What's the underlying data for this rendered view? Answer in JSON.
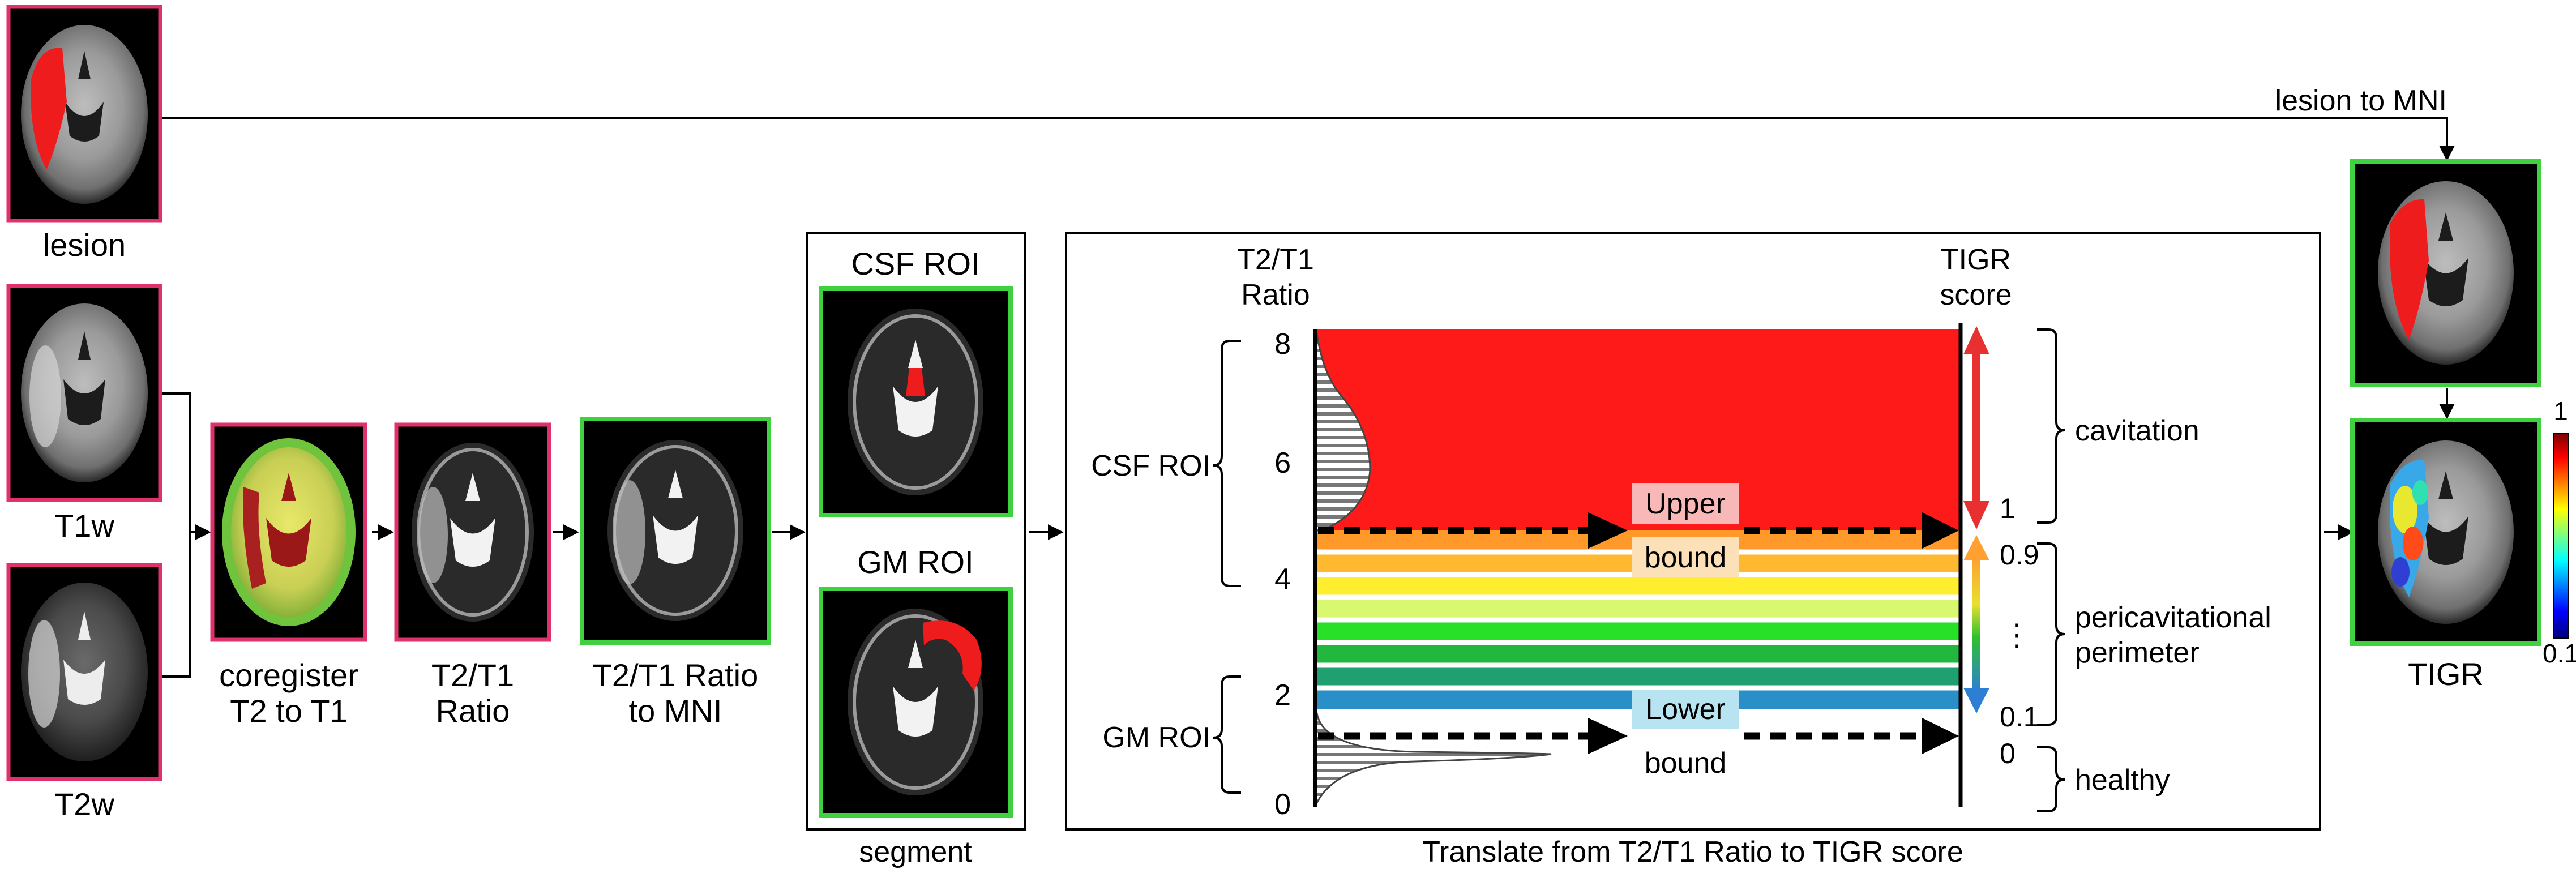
{
  "images": {
    "lesion": "lesion",
    "t1w": "T1w",
    "t2w": "T2w",
    "coregister": [
      "coregister",
      "T2 to T1"
    ],
    "ratio": [
      "T2/T1",
      "Ratio"
    ],
    "ratio_mni": [
      "T2/T1 Ratio",
      "to MNI"
    ],
    "tigr": "TIGR"
  },
  "edges": {
    "lesion_to_mni": "lesion to MNI"
  },
  "segment_panel": {
    "csf_title": "CSF ROI",
    "gm_title": "GM ROI",
    "caption": "segment"
  },
  "translate_panel": {
    "caption": "Translate from T2/T1 Ratio to TIGR score",
    "ratio_axis_title": [
      "T2/T1",
      "Ratio"
    ],
    "ratio_ticks": [
      "8",
      "6",
      "4",
      "2",
      "0"
    ],
    "tigr_axis_title": [
      "TIGR",
      "score"
    ],
    "tigr_ticks": [
      "1",
      "0.9",
      "0.1",
      "0"
    ],
    "ellipsis": "⋮",
    "csf_roi": "CSF ROI",
    "gm_roi": "GM ROI",
    "upper_bound": [
      "Upper",
      "bound"
    ],
    "lower_bound": [
      "Lower",
      "bound"
    ],
    "regions": {
      "cavitation": "cavitation",
      "pericavitational": [
        "pericavitational",
        "perimeter"
      ],
      "healthy": "healthy"
    }
  },
  "colorbar": {
    "max": "1",
    "min": "0.1"
  },
  "colors": {
    "image_frame_pink": "#e0306e",
    "image_frame_green": "#3fd13f",
    "lesion_red": "#ee1c1c",
    "cavitation_red": "#ff1a1a",
    "arrow_red": "#e83030",
    "arrow_blue": "#2d7fd4"
  }
}
